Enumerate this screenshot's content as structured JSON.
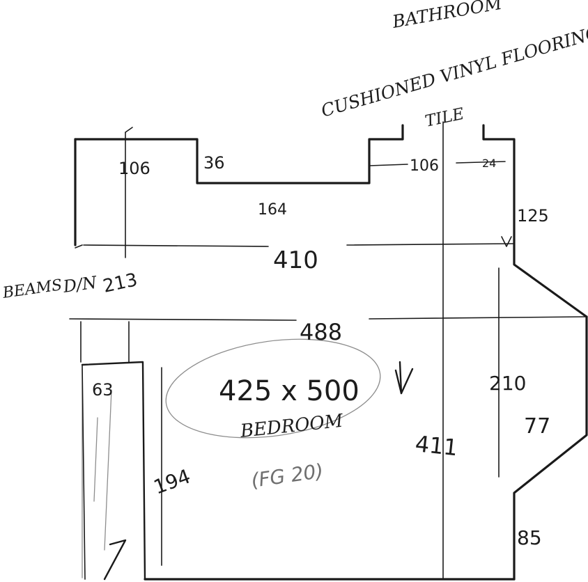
{
  "notes": {
    "bathroom_title": "BATHROOM",
    "bathroom_floor": "CUSHIONED VINYL FLOORING",
    "bathroom_floor_2": "TILE",
    "bedroom_size": "425 x 500",
    "bedroom_name": "BEDROOM",
    "bedroom_note": "(FG 20)",
    "left_note": "BEAMS",
    "left_note_2": "D/N"
  },
  "dimensions": {
    "d106_left": "106",
    "d36": "36",
    "d106_right": "106",
    "d24": "24",
    "d164": "164",
    "d125": "125",
    "d410": "410",
    "d213": "213",
    "d488": "488",
    "d63": "63",
    "d210": "210",
    "d77": "77",
    "d194": "194",
    "d411": "411",
    "d85": "85",
    "d7": "7"
  }
}
